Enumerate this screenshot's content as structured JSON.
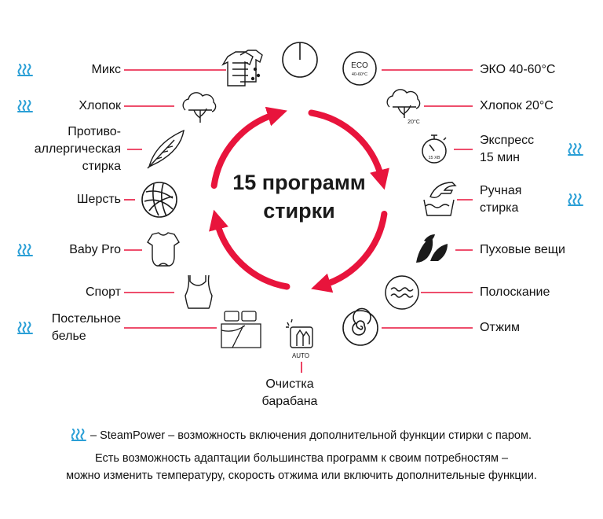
{
  "center": {
    "title_line1": "15 программ",
    "title_line2": "стирки"
  },
  "colors": {
    "accent": "#e8143c",
    "steam": "#2a9fd6",
    "icon": "#1a1a1a"
  },
  "programs_left": [
    {
      "label": "Микс",
      "icon": "mixed-clothes-icon",
      "steam": true
    },
    {
      "label": "Хлопок",
      "icon": "cotton-flower-icon",
      "steam": true
    },
    {
      "label": "Противо-\nаллергическая\nстирка",
      "icon": "feather-icon",
      "steam": false
    },
    {
      "label": "Шерсть",
      "icon": "wool-ball-icon",
      "steam": false
    },
    {
      "label": "Baby Pro",
      "icon": "baby-bodysuit-icon",
      "steam": true
    },
    {
      "label": "Спорт",
      "icon": "tank-top-icon",
      "steam": false
    },
    {
      "label": "Постельное\nбелье",
      "icon": "bedding-icon",
      "steam": true
    }
  ],
  "programs_right": [
    {
      "label": "ЭКО 40-60°C",
      "icon": "eco-badge-icon",
      "icon_text": [
        "ECO",
        "40-60°C"
      ],
      "steam": false
    },
    {
      "label": "Хлопок 20°C",
      "icon": "cotton-20-icon",
      "icon_text": [
        "20°C"
      ],
      "steam": false
    },
    {
      "label": "Экспресс\n15 мин",
      "icon": "stopwatch-icon",
      "icon_text": [
        "15 XB"
      ],
      "steam": true
    },
    {
      "label": "Ручная\nстирка",
      "icon": "hand-wash-icon",
      "steam": true
    },
    {
      "label": "Пуховые вещи",
      "icon": "down-feathers-icon",
      "steam": false
    },
    {
      "label": "Полоскание",
      "icon": "rinse-icon",
      "steam": false
    },
    {
      "label": "Отжим",
      "icon": "spin-icon",
      "steam": false
    }
  ],
  "top_icon": "power-icon",
  "bottom_program": {
    "label": "Очистка\nбарабана",
    "icon": "drum-clean-icon",
    "icon_text": "AUTO"
  },
  "notes": {
    "steam_line": "– SteamPower – возможность включения дополнительной функции стирки с паром.",
    "adapt_line1": "Есть возможность адаптации большинства программ к своим потребностям –",
    "adapt_line2": "можно изменить температуру, скорость отжима или включить дополнительные функции."
  }
}
